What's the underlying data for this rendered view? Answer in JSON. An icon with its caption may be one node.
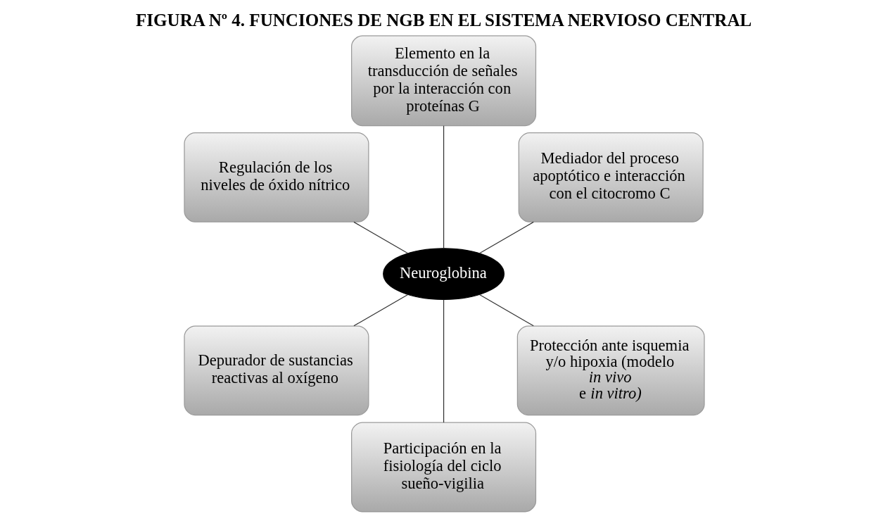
{
  "diagram": {
    "title": "FIGURA Nº 4. FUNCIONES DE NGB EN EL SISTEMA NERVIOSO CENTRAL",
    "nodes": [
      {
        "text": [
          "Mediador del proceso apoptótico e interacción con el citocromo C"
        ]
      },
      {
        "text": [
          "Elemento en la transducción de señales por la interacción con proteínas G"
        ]
      },
      {
        "text": [
          "Regulación de los niveles de óxido nítrico"
        ]
      },
      {
        "text": [
          "Neuroglobina"
        ]
      },
      {
        "text": [
          "Depurador de sustancias reactivas al oxígeno"
        ]
      },
      {
        "text": [
          "Participación en la fisiología del ciclo sueño-vigilia"
        ]
      },
      {
        "text": [
          "Protección ante isquemia y/o hipoxia (modelo *in vivo* e *in vitro)*"
        ]
      }
    ],
    "edges": [
      {
        "from": 3,
        "to": 0,
        "arrow": "none"
      },
      {
        "from": 3,
        "to": 1,
        "arrow": "none"
      },
      {
        "from": 3,
        "to": 2,
        "arrow": "none"
      },
      {
        "from": 3,
        "to": 4,
        "arrow": "none"
      },
      {
        "from": 3,
        "to": 5,
        "arrow": "none"
      },
      {
        "from": 3,
        "to": 6,
        "arrow": "none"
      }
    ]
  }
}
